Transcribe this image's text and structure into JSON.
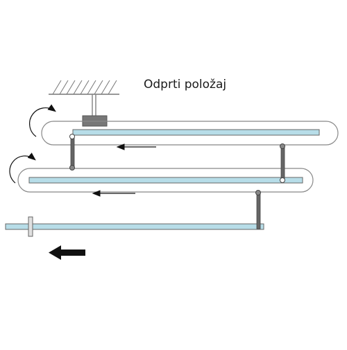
{
  "title": "Odprti položaj",
  "colors": {
    "rail_fill": "#b7dde8",
    "belt_stroke": "#7a7a7a",
    "link": "#666666",
    "block": "#777777",
    "arrow": "#111111"
  },
  "icons": {
    "ceiling": "hatched-ceiling-mount",
    "motion": "left-arrow"
  }
}
